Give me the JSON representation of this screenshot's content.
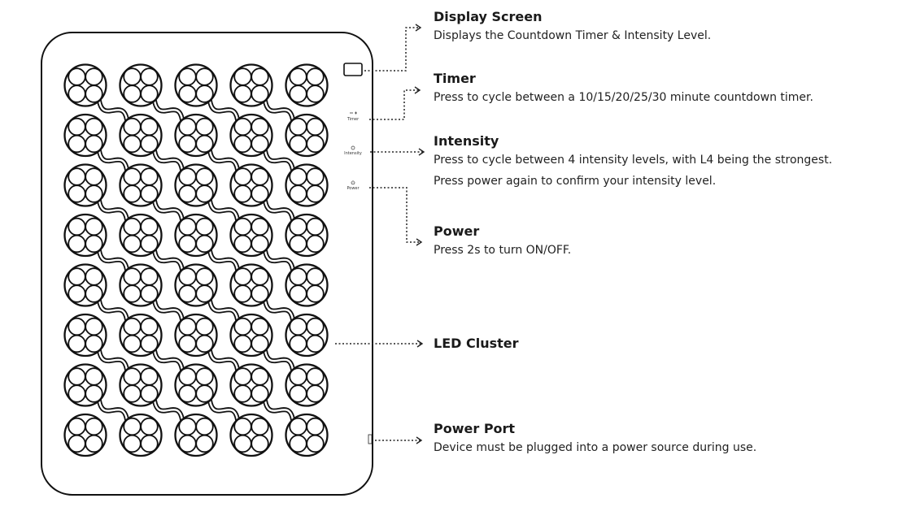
{
  "device": {
    "buttons": {
      "timer_label": "Timer",
      "intensity_label": "Intensity",
      "power_label": "Power"
    }
  },
  "callouts": {
    "display_screen": {
      "title": "Display Screen",
      "description": "Displays the Countdown Timer & Intensity Level."
    },
    "timer": {
      "title": "Timer",
      "description": "Press to cycle between a 10/15/20/25/30 minute countdown timer."
    },
    "intensity": {
      "title": "Intensity",
      "description_line1": "Press to cycle between 4 intensity levels, with L4 being the strongest.",
      "description_line2": "Press power again to confirm your intensity level."
    },
    "power": {
      "title": "Power",
      "description": "Press 2s to turn ON/OFF."
    },
    "led_cluster": {
      "title": "LED Cluster"
    },
    "power_port": {
      "title": "Power Port",
      "description": "Device must be plugged into a power source during use."
    }
  },
  "led_grid": {
    "rows": 8,
    "columns": 5
  },
  "colors": {
    "outline": "#111111",
    "leader_line": "#222222"
  }
}
